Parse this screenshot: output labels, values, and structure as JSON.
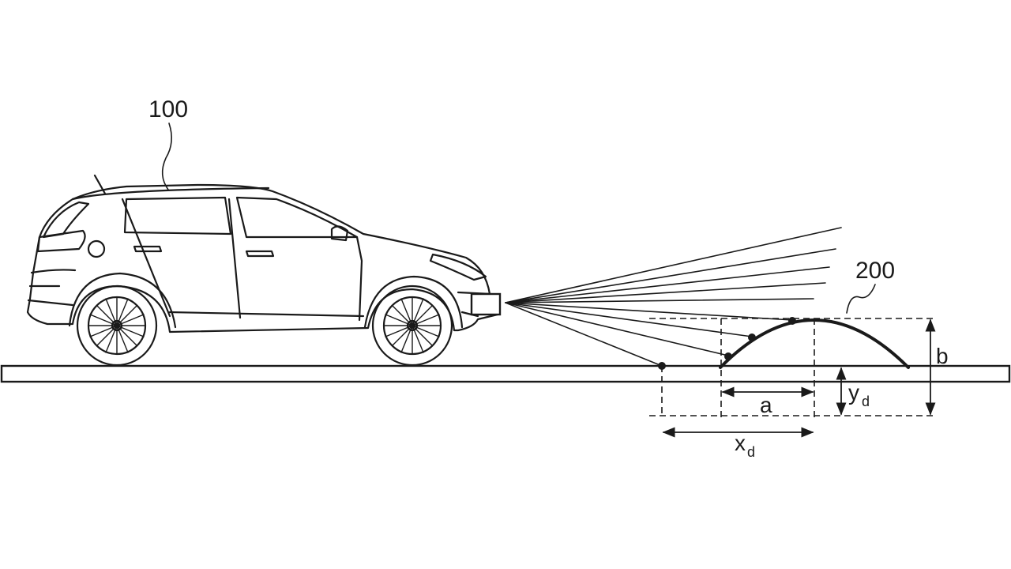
{
  "diagram": {
    "labels": {
      "vehicle": "100",
      "bump": "200",
      "a": "a",
      "b": "b",
      "xd_main": "x",
      "xd_sub": "d",
      "yd_main": "y",
      "yd_sub": "d"
    }
  }
}
